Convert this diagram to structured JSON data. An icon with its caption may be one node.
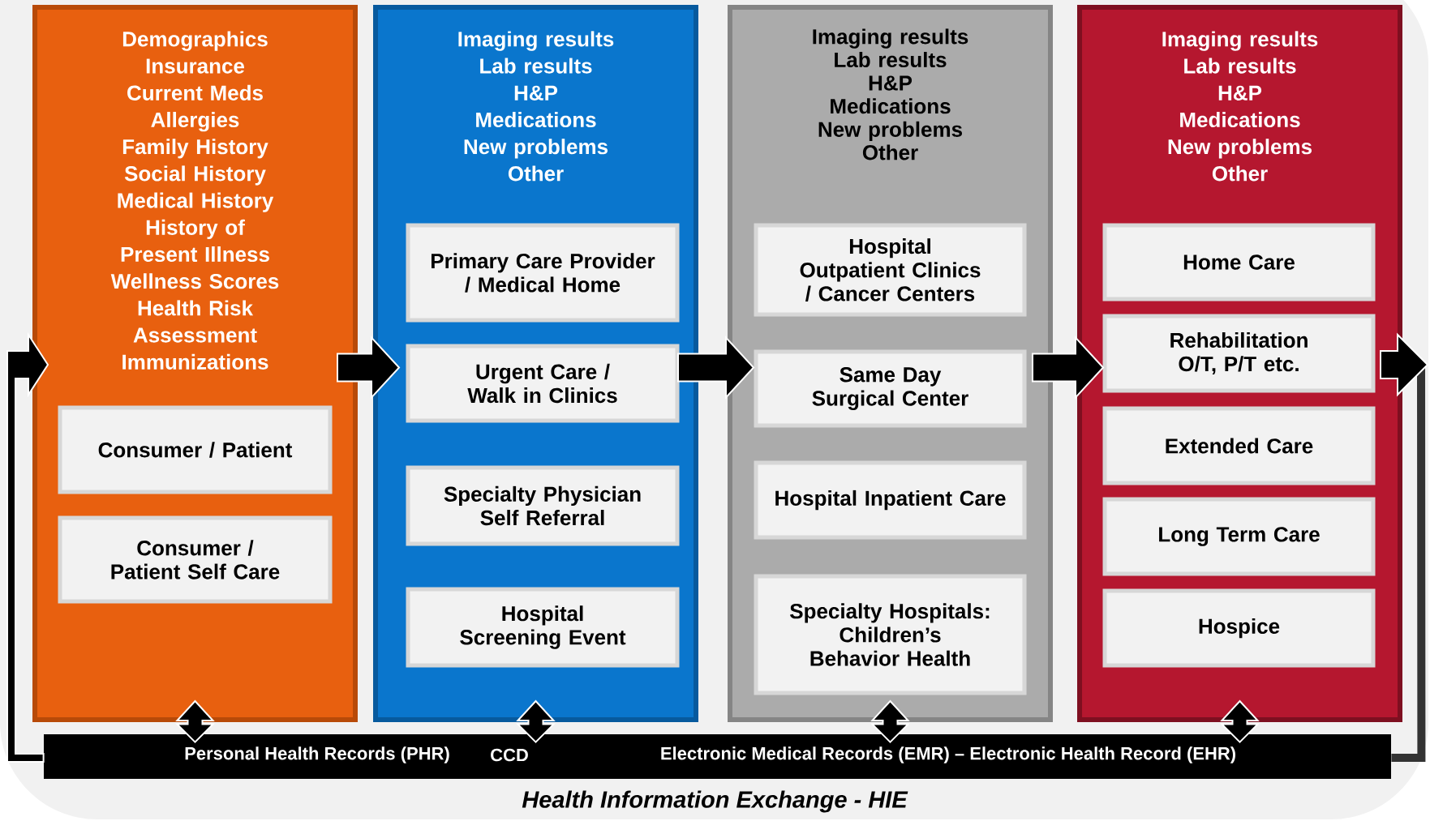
{
  "diagram": {
    "caption": "Health Information Exchange - HIE",
    "nodes": [
      {
        "text": [
          "Demographics",
          "Insurance",
          "Current Meds",
          "Allergies",
          "Family History",
          "Social History",
          "Medical History",
          "History of Present Illness",
          "Wellness Scores",
          "Health Risk Assessment",
          "Immunizations"
        ]
      },
      {
        "text": [
          "Consumer / Patient"
        ],
        "in": 0
      },
      {
        "text": [
          "Consumer / Patient Self Care"
        ],
        "in": 0
      },
      {
        "text": [
          "Imaging results",
          "Lab results",
          "H&P",
          "Medications",
          "New problems",
          "Other"
        ]
      },
      {
        "text": [
          "Primary Care Provider / Medical Home"
        ],
        "in": 3
      },
      {
        "text": [
          "Urgent Care / Walk in Clinics"
        ],
        "in": 3
      },
      {
        "text": [
          "Specialty Physician Self Referral"
        ],
        "in": 3
      },
      {
        "text": [
          "Hospital Screening Event"
        ],
        "in": 3
      },
      {
        "text": [
          "Imaging results",
          "Lab results",
          "H&P",
          "Medications",
          "New problems",
          "Other"
        ]
      },
      {
        "text": [
          "Hospital Outpatient Clinics / Cancer Centers"
        ],
        "in": 8
      },
      {
        "text": [
          "Same Day Surgical Center"
        ],
        "in": 8
      },
      {
        "text": [
          "Hospital Inpatient Care"
        ],
        "in": 8
      },
      {
        "text": [
          "Specialty Hospitals: Children’s Behavior Health"
        ],
        "in": 8
      },
      {
        "text": [
          "Imaging results",
          "Lab results",
          "H&P",
          "Medications",
          "New problems",
          "Other"
        ]
      },
      {
        "text": [
          "Home Care"
        ],
        "in": 13
      },
      {
        "text": [
          "Rehabilitation O/T, P/T etc."
        ],
        "in": 13
      },
      {
        "text": [
          "Extended Care"
        ],
        "in": 13
      },
      {
        "text": [
          "Long Term Care"
        ],
        "in": 13
      },
      {
        "text": [
          "Hospice"
        ],
        "in": 13
      },
      {
        "text": [
          "Personal Health Records (PHR)",
          "CCD",
          "Electronic Medical Records (EMR) – Electronic Health Record (EHR)"
        ]
      }
    ],
    "edges": [
      {
        "from": 0,
        "to": 3,
        "arrow": "to"
      },
      {
        "from": 3,
        "to": 8,
        "arrow": "to"
      },
      {
        "from": 8,
        "to": 13,
        "arrow": "to"
      },
      {
        "from": null,
        "to": 19,
        "arrow": "none",
        "color": "#333333"
      },
      {
        "from": 13,
        "to": null,
        "arrow": "to"
      },
      {
        "from": 19,
        "to": 0,
        "arrow": "to"
      },
      {
        "from": 0,
        "to": 19,
        "arrow": "both"
      },
      {
        "from": 3,
        "to": 19,
        "arrow": "both"
      },
      {
        "from": 8,
        "to": 19,
        "arrow": "both"
      },
      {
        "from": 13,
        "to": 19,
        "arrow": "both"
      }
    ]
  }
}
